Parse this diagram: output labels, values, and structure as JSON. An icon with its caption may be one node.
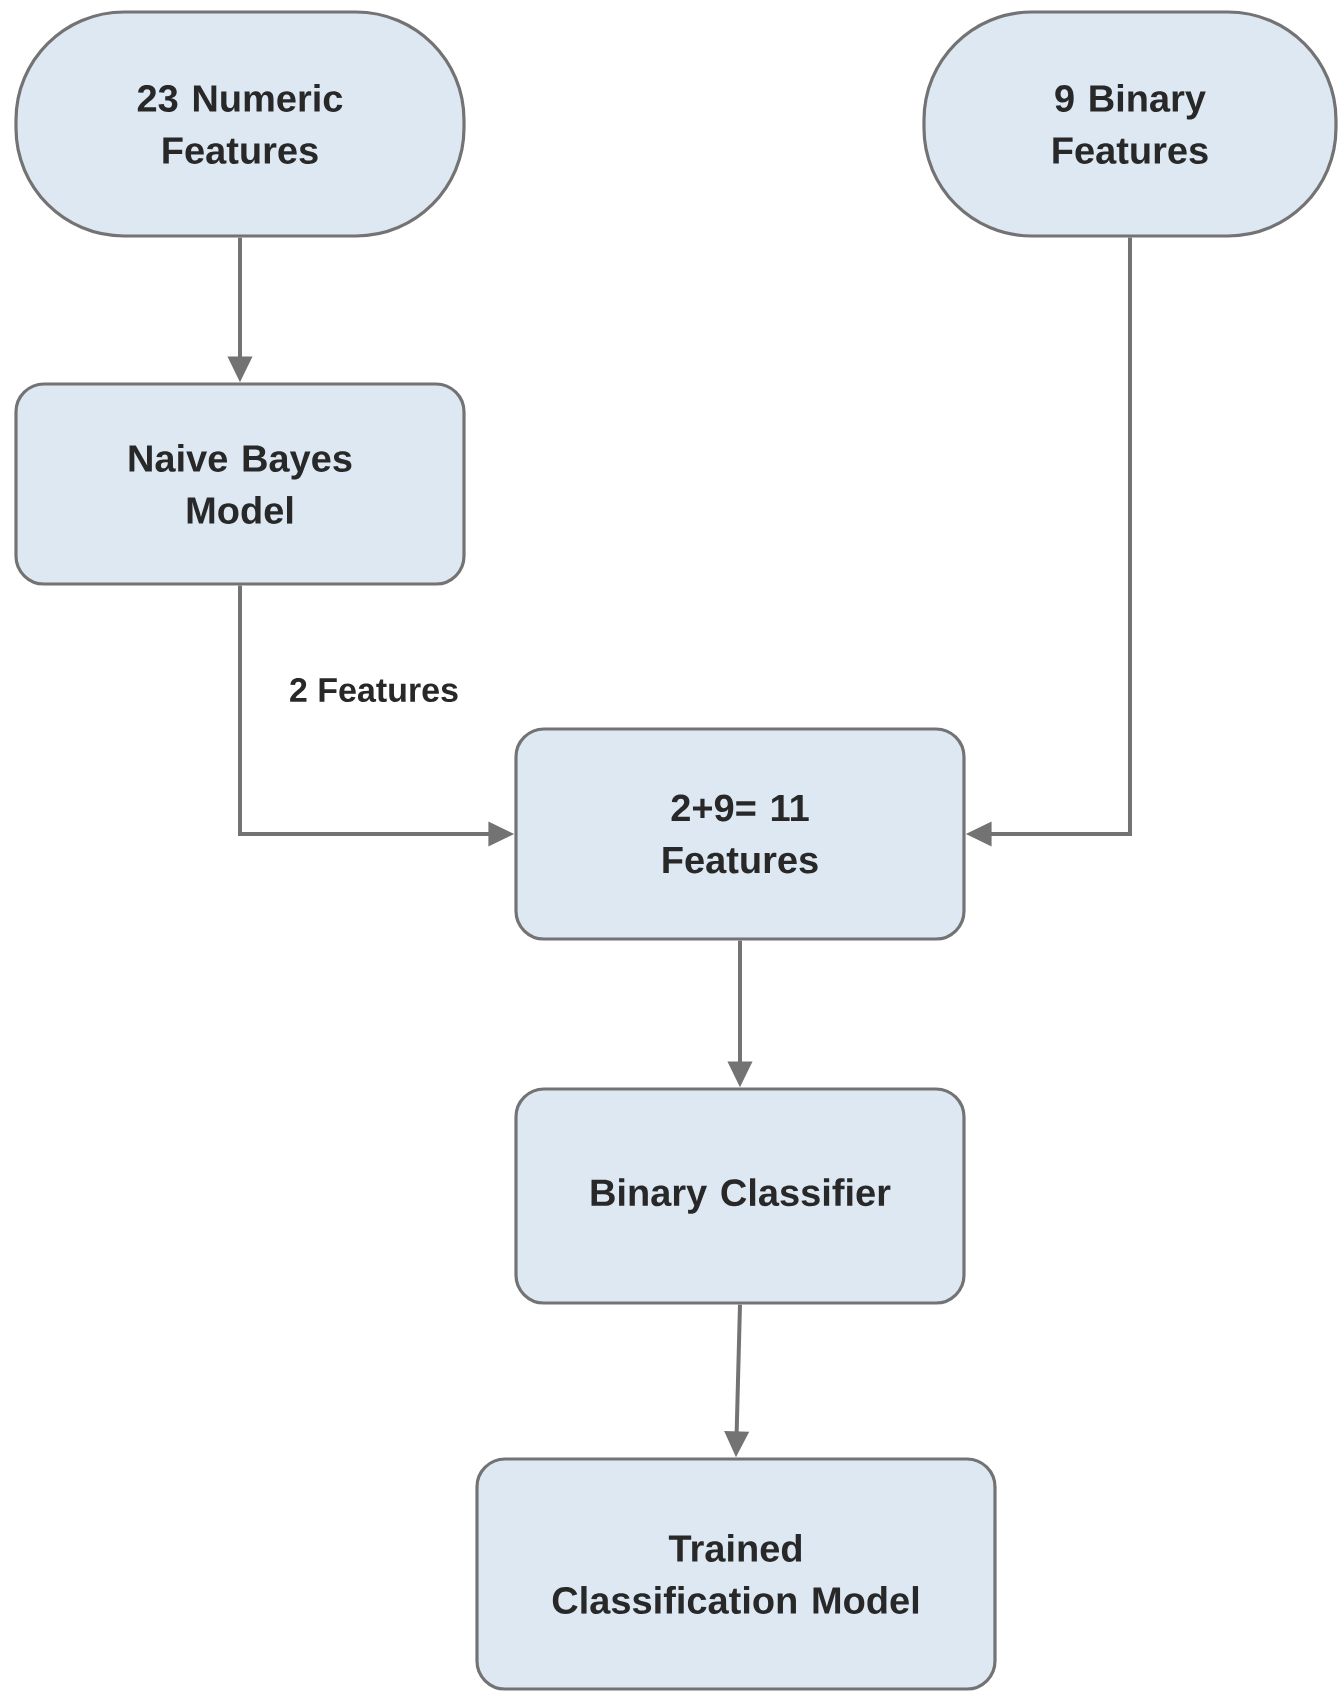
{
  "diagram": {
    "nodes": [
      {
        "text": [
          "23 Numeric Features"
        ]
      },
      {
        "text": [
          "9 Binary Features"
        ]
      },
      {
        "text": [
          "Naive Bayes Model"
        ]
      },
      {
        "text": [
          "2+9= 11 Features"
        ]
      },
      {
        "text": [
          "Binary Classifier"
        ]
      },
      {
        "text": [
          "Trained Classification Model"
        ]
      }
    ],
    "edges": [
      {
        "from": 0,
        "to": 2,
        "arrow": "to"
      },
      {
        "from": 2,
        "to": 3,
        "arrow": "to",
        "label": "2 Features"
      },
      {
        "from": 1,
        "to": 3,
        "arrow": "to"
      },
      {
        "from": 3,
        "to": 4,
        "arrow": "to"
      },
      {
        "from": 4,
        "to": 5,
        "arrow": "to"
      }
    ]
  }
}
